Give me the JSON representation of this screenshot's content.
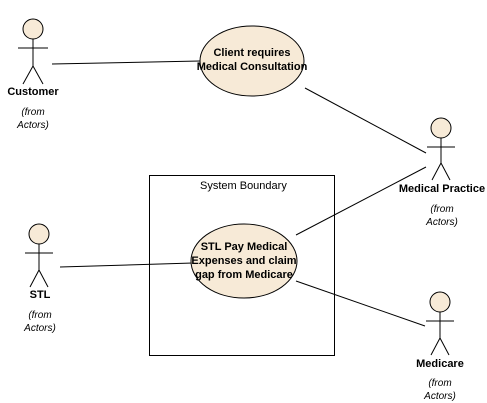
{
  "actors": [
    {
      "id": "customer",
      "name": "Customer",
      "note_line1": "(from",
      "note_line2": "Actors)"
    },
    {
      "id": "stl",
      "name": "STL",
      "note_line1": "(from",
      "note_line2": "Actors)"
    },
    {
      "id": "medical-practice",
      "name": "Medical Practice",
      "note_line1": "(from",
      "note_line2": "Actors)"
    },
    {
      "id": "medicare",
      "name": "Medicare",
      "note_line1": "(from",
      "note_line2": "Actors)"
    }
  ],
  "use_cases": [
    {
      "id": "client-consultation",
      "line1": "Client requires",
      "line2": "Medical Consultation",
      "line3": ""
    },
    {
      "id": "stl-pay",
      "line1": "STL Pay Medical",
      "line2": "Expenses and claim",
      "line3": "gap from Medicare"
    }
  ],
  "system_boundary": {
    "label": "System Boundary"
  },
  "colors": {
    "fill": "#f7ead7",
    "stroke": "#000000"
  }
}
